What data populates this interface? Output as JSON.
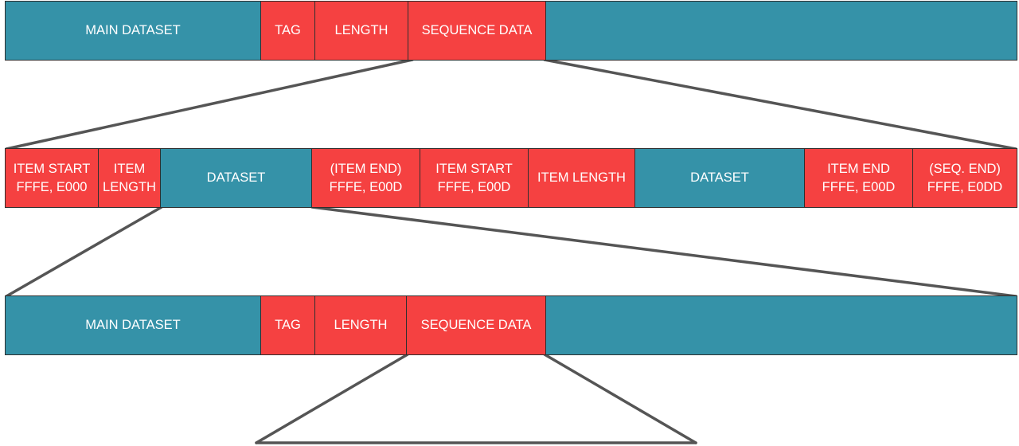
{
  "colors": {
    "teal": "#3592a8",
    "red": "#f54141",
    "border": "#2f2f2f",
    "connector": "#555555",
    "text": "#ffffff"
  },
  "row1": {
    "main_dataset": "MAIN DATASET",
    "tag": "TAG",
    "length": "LENGTH",
    "sequence_data": "SEQUENCE DATA"
  },
  "row2": {
    "item1_start": "ITEM START\nFFFE, E000",
    "item1_length": "ITEM\nLENGTH",
    "dataset1": "DATASET",
    "item1_end": "(ITEM END)\nFFFE, E00D",
    "item2_start": "ITEM START\nFFFE, E00D",
    "item2_length": "ITEM LENGTH",
    "dataset2": "DATASET",
    "item2_end": "ITEM END\nFFFE, E00D",
    "seq_end": "(SEQ. END)\nFFFE, E0DD"
  },
  "row3": {
    "main_dataset": "MAIN DATASET",
    "tag": "TAG",
    "length": "LENGTH",
    "sequence_data": "SEQUENCE DATA"
  }
}
